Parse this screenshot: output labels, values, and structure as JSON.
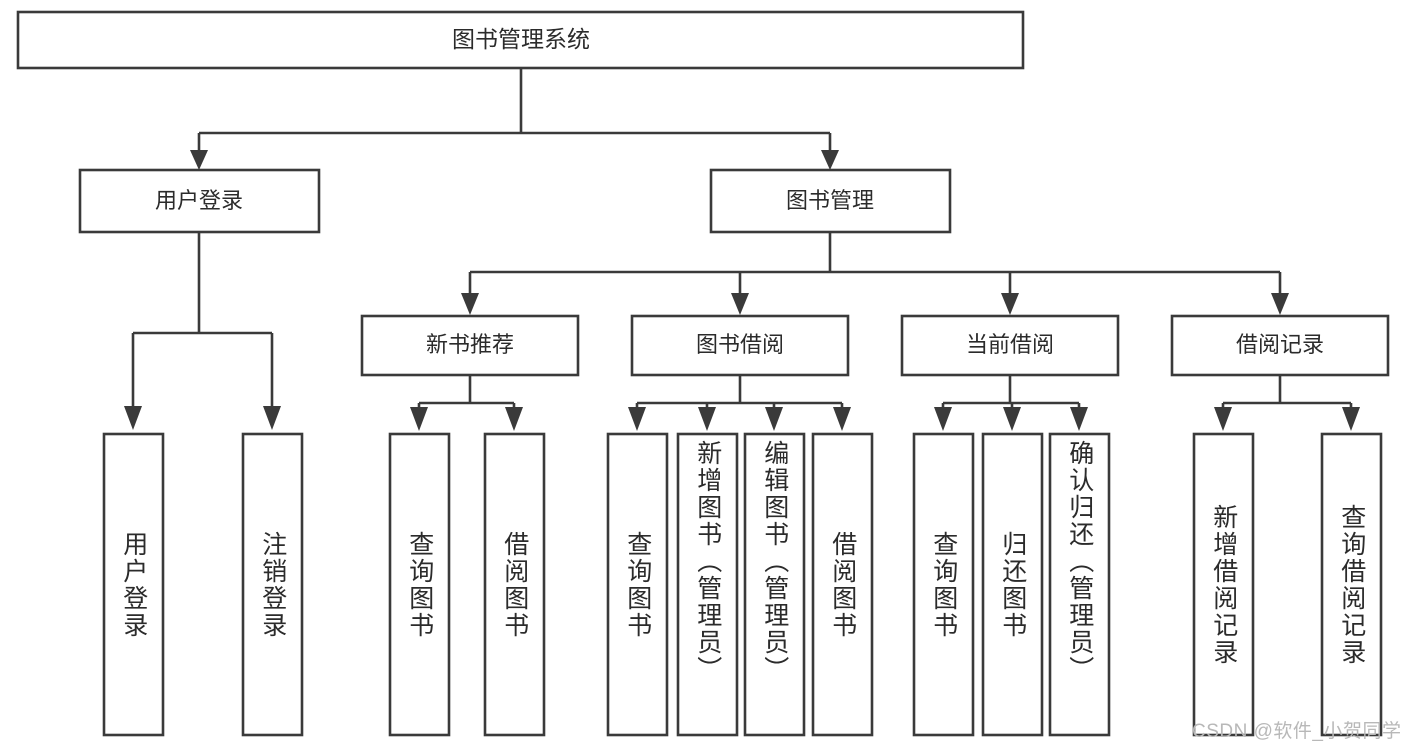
{
  "diagram": {
    "title": "图书管理系统",
    "type": "function-structure-tree",
    "style": {
      "box_fill": "#ffffff",
      "box_stroke": "#3a3a3a",
      "text_color": "#2b2b2b",
      "background": "#ffffff",
      "watermark_color": "#b8b8b8"
    },
    "root": {
      "label": "图书管理系统"
    },
    "level2": [
      {
        "label": "用户登录"
      },
      {
        "label": "图书管理"
      }
    ],
    "level3": [
      {
        "label": "新书推荐"
      },
      {
        "label": "图书借阅"
      },
      {
        "label": "当前借阅"
      },
      {
        "label": "借阅记录"
      }
    ],
    "leaves": {
      "user_login": [
        {
          "label": "用户登录"
        },
        {
          "label": "注销登录"
        }
      ],
      "new_book_recommend": [
        {
          "label": "查询图书"
        },
        {
          "label": "借阅图书"
        }
      ],
      "book_borrow": [
        {
          "label": "查询图书"
        },
        {
          "label": "新增图书（管理员）"
        },
        {
          "label": "编辑图书（管理员）"
        },
        {
          "label": "借阅图书"
        }
      ],
      "current_borrow": [
        {
          "label": "查询图书"
        },
        {
          "label": "归还图书"
        },
        {
          "label": "确认归还（管理员）"
        }
      ],
      "borrow_record": [
        {
          "label": "新增借阅记录"
        },
        {
          "label": "查询借阅记录"
        }
      ]
    }
  },
  "watermark": {
    "text": "CSDN @软件_小贺同学"
  }
}
